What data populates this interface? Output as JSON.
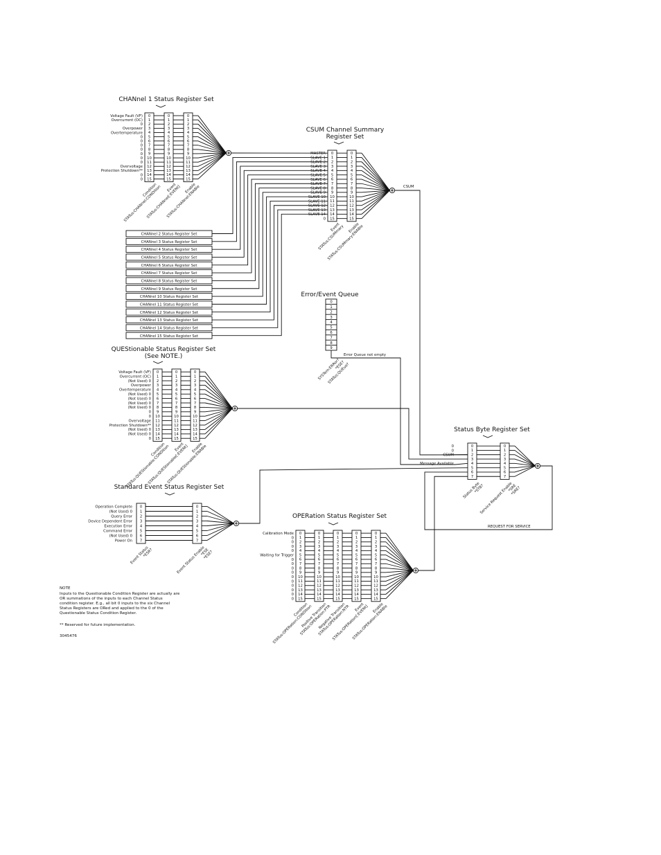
{
  "figure_id": "3045476",
  "channel1": {
    "title": "CHANnel 1 Status Register Set",
    "bit_labels": [
      "Voltage Fault (VF)",
      "Overcurrent (OC)",
      "0",
      "Overpower",
      "Overtemperature",
      "0",
      "0",
      "0",
      "0",
      "0",
      "0",
      "0",
      "Overvoltage",
      "Protection Shutdown**",
      "0",
      "0"
    ],
    "reg_names": [
      "Condition",
      "Event",
      "Enable"
    ],
    "commands": [
      "STATus:CHANnel:CONDition",
      "STATus:CHANnel[:EVENt]",
      "STATus:CHANnel:ENABle"
    ]
  },
  "channel_sets": [
    "CHANnel 2 Status Register Set",
    "CHANnel 3 Status Register Set",
    "CHANnel 4 Status Register Set",
    "CHANnel 5 Status Register Set",
    "CHANnel 6 Status Register Set",
    "CHANnel 7 Status Register Set",
    "CHANnel 8 Status Register Set",
    "CHANnel 9 Status Register Set",
    "CHANnel 10 Status Register Set",
    "CHANnel 11 Status Register Set",
    "CHANnel 12 Status Register Set",
    "CHANnel 13 Status Register Set",
    "CHANnel 14 Status Register Set",
    "CHANnel 15 Status Register Set"
  ],
  "csum": {
    "title_line1": "CSUM Channel Summary",
    "title_line2": "Register Set",
    "bit_labels": [
      "MASTER",
      "SLAVE 1",
      "SLAVE 2",
      "SLAVE 3",
      "SLAVE 4",
      "SLAVE 5",
      "SLAVE 6",
      "SLAVE 7",
      "SLAVE 8",
      "SLAVE 9",
      "SLAVE 10",
      "SLAVE 11",
      "SLAVE 12",
      "SLAVE 13",
      "SLAVE 14",
      "0"
    ],
    "reg_names": [
      "Event",
      "Enable"
    ],
    "commands": [
      "STATus:CSUMmary",
      "STATus:CSUMmary:ENABle"
    ],
    "output_label": "CSUM"
  },
  "error_queue": {
    "title": "Error/Event Queue",
    "slots": [
      "0",
      "1",
      "2",
      "3",
      "4",
      "5",
      "6",
      "7",
      "8",
      "9"
    ],
    "output_label": "Error Queue not empty",
    "commands": [
      "SYSTem:ERRor?",
      "*ESE?",
      "STATus:QUEue?"
    ]
  },
  "questionable": {
    "title_line1": "QUEStionable Status Register Set",
    "title_line2": "(See NOTE.)",
    "bit_labels": [
      "Voltage Fault (VF)",
      "Overcurrent (OC)",
      "(Not Used) 0",
      "Overpower",
      "Overtemperature",
      "(Not Used) 0",
      "(Not Used) 0",
      "(Not Used) 0",
      "(Not Used) 0",
      "0",
      "0",
      "Overvoltage",
      "Protection Shutdown**",
      "(Not Used) 0",
      "(Not Used) 0",
      "0"
    ],
    "reg_names": [
      "Condition",
      "Event",
      "Enable"
    ],
    "commands": [
      "STATus:QUEStionable:CONDition",
      "STATus:QUEStionable[:EVENt]",
      "STATus:QUEStionable:ENABle"
    ]
  },
  "status_byte": {
    "title": "Status Byte Register Set",
    "bit_labels": [
      "0",
      "0",
      "CSUM",
      "",
      "Message Available",
      "",
      "",
      ""
    ],
    "bits": [
      "0",
      "1",
      "2",
      "3",
      "4",
      "5",
      "6",
      "7"
    ],
    "reg_names": [
      "Status Byte",
      "Service Request Enable"
    ],
    "commands": [
      "*STB?",
      "*SRE",
      "*SRE?"
    ],
    "rqs_label": "REQUEST FOR SERVICE"
  },
  "standard_event": {
    "title": "Standard Event Status Register Set",
    "bit_labels": [
      "Operation Complete",
      "(Not Used) 0",
      "Query Error",
      "Device Dependent Error",
      "Execution Error",
      "Command Error",
      "(Not Used) 0",
      "Power On"
    ],
    "bits": [
      "0",
      "1",
      "2",
      "3",
      "4",
      "5",
      "6",
      "7"
    ],
    "reg_names": [
      "Event Status",
      "Event Status Enable"
    ],
    "commands": [
      "*ESR?",
      "*ESE",
      "*ESE?"
    ]
  },
  "operation": {
    "title": "OPERation Status Register Set",
    "bit_labels": [
      "Calibration Mode",
      "0",
      "0",
      "0",
      "0",
      "Waiting for Trigger",
      "0",
      "0",
      "0",
      "0",
      "0",
      "0",
      "0",
      "0",
      "0",
      "0"
    ],
    "reg_names": [
      "Condition",
      "Positive Transition",
      "Negative Transition",
      "Event",
      "Enable"
    ],
    "commands": [
      "STATus:OPERation:CONDition",
      "STATus:OPERation:PTR",
      "STATus:OPERation:NTR",
      "STATus:OPERation[:EVENt]",
      "STATus:OPERation:ENABle"
    ]
  },
  "note": {
    "heading": "NOTE",
    "lines": [
      "Inputs to the Questionable Condition Register are actually are",
      "OR summations of the inputs to each Channel Status",
      "condition register. E.g., all bit 0 inputs to the six Channel",
      "Status Registers are ORed and applied to the 0 of the",
      "Questionable Status Condition Register."
    ],
    "footnote": "** Reserved for future implementation."
  }
}
